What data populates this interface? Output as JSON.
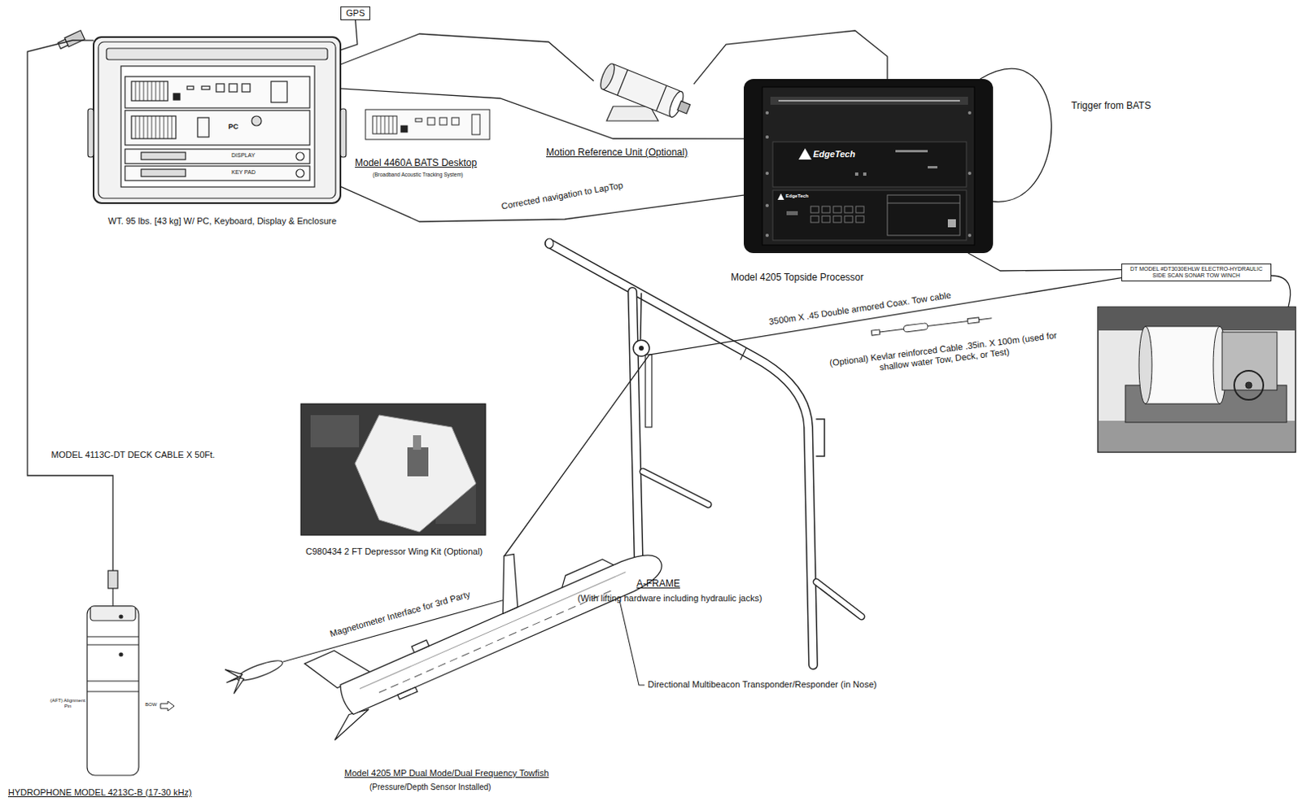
{
  "diagram": {
    "nodes": [
      {
        "text": [
          "GPS"
        ]
      },
      {
        "text": [
          "PC",
          "DISPLAY",
          "KEY PAD",
          "WT. 95 lbs. [43 kg] W/ PC, Keyboard, Display & Enclosure"
        ]
      },
      {
        "text": [
          "Model 4460A BATS Desktop",
          "(Broadband Acoustic Tracking System)"
        ]
      },
      {
        "text": [
          "Motion Reference Unit (Optional)"
        ]
      },
      {
        "text": [
          "EdgeTech",
          "EdgeTech",
          "Model 4205 Topside Processor"
        ]
      },
      {
        "text": [
          "DT MODEL #DT3030EHLW ELECTRO-HYDRAULIC SIDE SCAN SONAR TOW WINCH"
        ]
      },
      {
        "text": [
          "C980434 2 FT Depressor Wing Kit (Optional)"
        ]
      },
      {
        "text": [
          "A-FRAME",
          "(With lifting hardware including hydraulic jacks)"
        ]
      },
      {
        "text": [
          "Model 4205 MP Dual Mode/Dual Frequency Towfish",
          "(Pressure/Depth Sensor Installed)"
        ]
      },
      {
        "text": [
          "(AFT) Alignment Pin",
          "BOW",
          "HYDROPHONE MODEL 4213C-B (17-30 kHz)"
        ]
      }
    ],
    "edges": [
      {
        "from": 0,
        "to": 1,
        "arrow": "none"
      },
      {
        "from": 1,
        "to": 3,
        "arrow": "none"
      },
      {
        "from": 1,
        "to": 4,
        "arrow": "none"
      },
      {
        "from": 3,
        "to": 4,
        "arrow": "none"
      },
      {
        "from": 1,
        "to": 4,
        "label": "Corrected navigation to LapTop",
        "arrow": "none"
      },
      {
        "from": 4,
        "to": 5,
        "arrow": "none"
      },
      {
        "from": 5,
        "to": 8,
        "label": "3500m X .45 Double armored Coax. Tow cable",
        "arrow": "none"
      },
      {
        "from": 1,
        "to": 9,
        "label": "MODEL 4113C-DT DECK CABLE X 50Ft.",
        "arrow": "none"
      }
    ],
    "labels": [
      "Trigger from BATS",
      "(Optional) Kevlar reinforced Cable .35in. X 100m (used for shallow water Tow, Deck, or Test)",
      "Magnetometer Interface for 3rd Party",
      "Directional Multibeacon Transponder/Responder (in Nose)"
    ]
  }
}
